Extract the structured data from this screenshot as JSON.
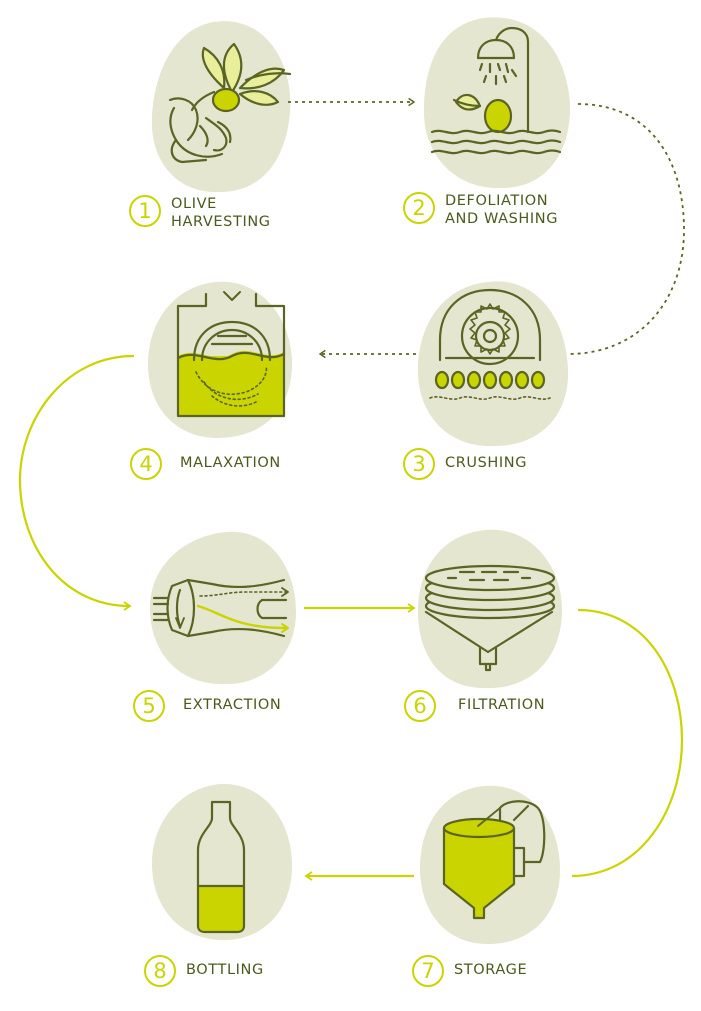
{
  "colors": {
    "blob": "#e4e6d0",
    "dark": "#5b6523",
    "lime": "#c9d400",
    "fill": "#c9d400",
    "text": "#4b5a1e"
  },
  "steps": [
    {
      "number": "1",
      "line1": "OLIVE",
      "line2": "HARVESTING",
      "icon": "olive-harvesting-hand-icon"
    },
    {
      "number": "2",
      "line1": "DEFOLIATION",
      "line2": "AND WASHING",
      "icon": "shower-washing-icon"
    },
    {
      "number": "3",
      "line1": "CRUSHING",
      "line2": "",
      "icon": "crushing-mill-icon"
    },
    {
      "number": "4",
      "line1": "MALAXATION",
      "line2": "",
      "icon": "malaxation-tank-icon"
    },
    {
      "number": "5",
      "line1": "EXTRACTION",
      "line2": "",
      "icon": "extraction-decanter-icon"
    },
    {
      "number": "6",
      "line1": "FILTRATION",
      "line2": "",
      "icon": "filtration-plates-icon"
    },
    {
      "number": "7",
      "line1": "STORAGE",
      "line2": "",
      "icon": "storage-silo-icon"
    },
    {
      "number": "8",
      "line1": "BOTTLING",
      "line2": "",
      "icon": "bottle-icon"
    }
  ]
}
